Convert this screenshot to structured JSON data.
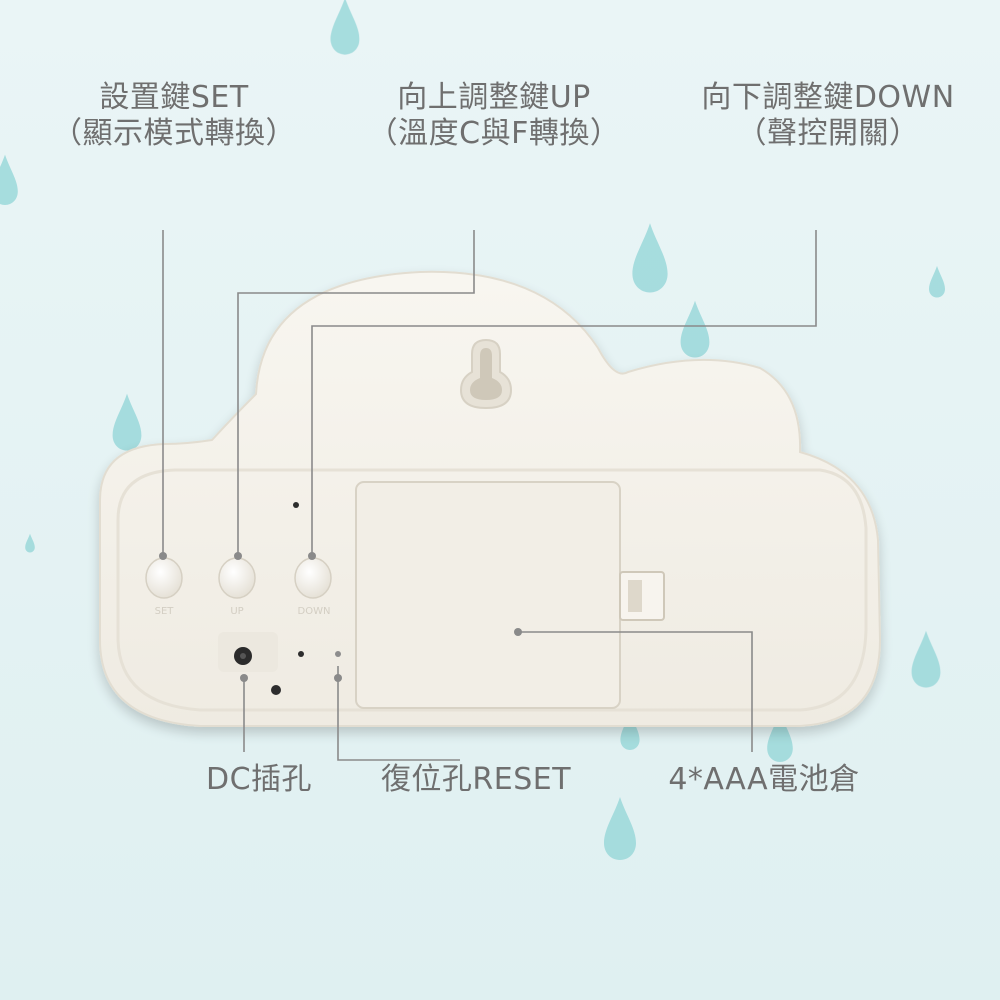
{
  "top_labels": [
    {
      "title": "設置鍵SET",
      "subtitle": "（顯示模式轉換）"
    },
    {
      "title": "向上調整鍵UP",
      "subtitle": "（溫度C與F轉換）"
    },
    {
      "title": "向下調整鍵DOWN",
      "subtitle": "（聲控開關）"
    }
  ],
  "bottom_labels": {
    "dc": "DC插孔",
    "reset": "復位孔RESET",
    "battery": "4*AAA電池倉"
  },
  "device_button_labels": {
    "set": "SET",
    "up": "UP",
    "down": "DOWN"
  },
  "colors": {
    "background": "#e3f2f3",
    "raindrop": "#8fd4d6",
    "device_body": "#f6f3ec",
    "label_text": "#6f6f6f",
    "leader_line": "#8a8a8a"
  }
}
